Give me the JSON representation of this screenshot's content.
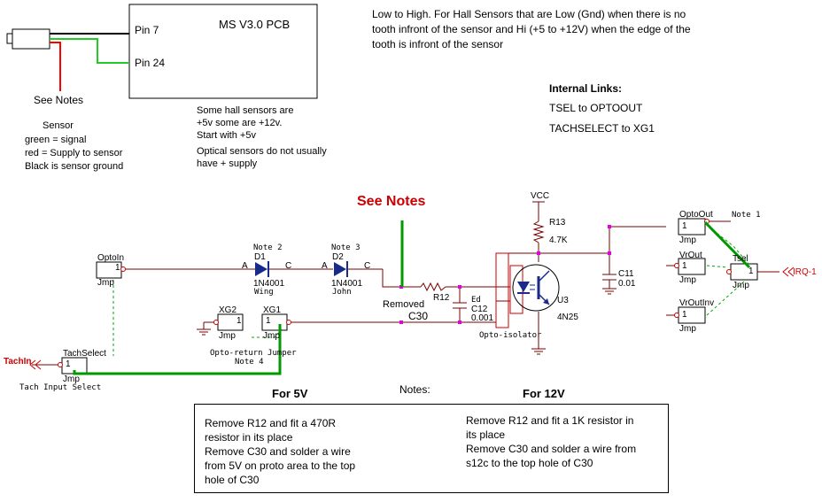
{
  "pcb": {
    "title": "MS V3.0 PCB",
    "pin7": "Pin 7",
    "pin24": "Pin 24"
  },
  "see_notes_top": "See Notes",
  "sensor": {
    "title": "Sensor",
    "lines": [
      "green = signal",
      "red = Supply to sensor",
      "Black is sensor ground"
    ]
  },
  "hall_note": [
    "Some hall sensors are",
    "+5v some are +12v.",
    "Start with +5v"
  ],
  "optical_note": [
    "Optical sensors do not usually",
    "have + supply"
  ],
  "description": [
    "Low to High. For Hall Sensors that are Low (Gnd) when there is no",
    "tooth infront of the sensor and Hi (+5 to +12V) when the edge of the",
    "tooth is infront of the sensor"
  ],
  "internal_links": {
    "title": "Internal Links:",
    "lines": [
      "TSEL to OPTOOUT",
      "TACHSELECT to XG1"
    ]
  },
  "see_notes_mid": "See Notes",
  "schematic": {
    "optoin": {
      "name": "OptoIn",
      "pin": "1",
      "type": "Jmp"
    },
    "d1": {
      "note": "Note 2",
      "ref": "D1",
      "part": "1N4001",
      "sub": "Wing",
      "a": "A",
      "c": "C"
    },
    "d2": {
      "note": "Note 3",
      "ref": "D2",
      "part": "1N4001",
      "sub": "John",
      "a": "A",
      "c": "C"
    },
    "r12": "R12",
    "removed": "Removed",
    "c30": "C30",
    "c12": {
      "ref": "C12",
      "val": "0.001",
      "ed": "Ed"
    },
    "vcc": "VCC",
    "r13": {
      "ref": "R13",
      "val": "4.7K"
    },
    "c11": {
      "ref": "C11",
      "val": "0.01"
    },
    "u3": {
      "ref": "U3",
      "part": "4N25",
      "label": "Opto-isolator"
    },
    "xg2": {
      "name": "XG2",
      "pin": "1",
      "type": "Jmp"
    },
    "xg1": {
      "name": "XG1",
      "pin": "1",
      "type": "Jmp"
    },
    "opto_return": "Opto-return Jumper",
    "note4": "Note 4",
    "tachin": "TachIn",
    "tachselect": {
      "name": "TachSelect",
      "pin": "1",
      "type": "Jmp"
    },
    "tach_input_select": "Tach Input Select",
    "optoout": {
      "name": "OptoOut",
      "pin": "1",
      "type": "Jmp"
    },
    "vrout": {
      "name": "VrOut",
      "pin": "1",
      "type": "Jmp"
    },
    "vroutinv": {
      "name": "VrOutInv",
      "pin": "1",
      "type": "Jmp"
    },
    "tsel": {
      "name": "Tsel",
      "pin": "1",
      "type": "Jmp"
    },
    "note1": "Note 1",
    "irq": "IRQ-1"
  },
  "notes": {
    "heading": "Notes:",
    "for5v": {
      "title": "For 5V",
      "lines": [
        "Remove R12 and fit a 470R",
        "resistor in its place",
        "Remove C30 and solder a wire",
        "from 5V on proto area to the top",
        "hole of C30"
      ]
    },
    "for12v": {
      "title": "For 12V",
      "lines": [
        "Remove R12 and fit a 1K resistor in",
        "its place",
        "Remove C30 and solder a wire from",
        "s12c to the top hole of C30"
      ]
    }
  },
  "colors": {
    "wire": "#7a0000",
    "junction": "#e000e0",
    "highlight": "#009900",
    "callout": "#cc0000",
    "dotted": "#009900"
  }
}
